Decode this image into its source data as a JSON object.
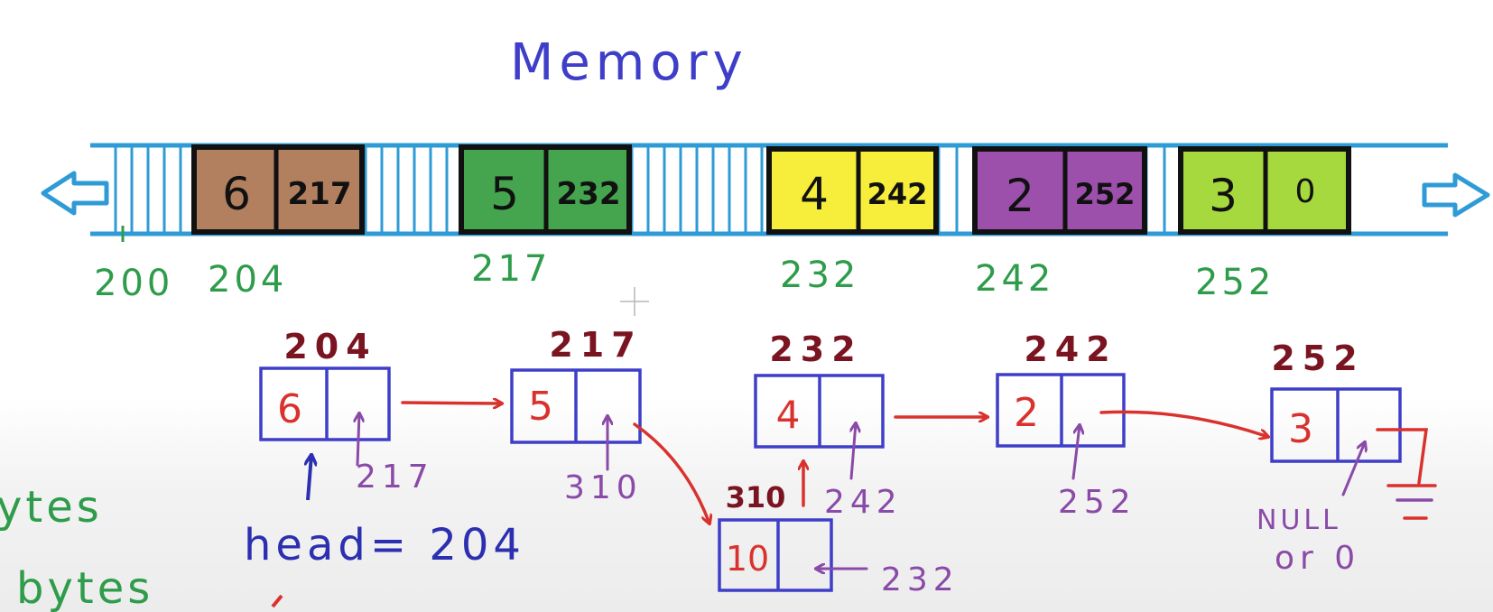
{
  "title": "Memory",
  "colors": {
    "strip": "#2f9bd6",
    "arrow_fill": "#ffffff",
    "address_green": "#2e9c4a",
    "dark_red": "#7a1420",
    "node_blue": "#3e3ec9",
    "value_red": "#d9322e",
    "pointer_purple": "#8a4aa8",
    "head_blue": "#2b2fb0",
    "block_border": "#111111",
    "text_black": "#111111"
  },
  "memory_blocks": [
    {
      "value": "6",
      "next": "217",
      "color": "#b2805f"
    },
    {
      "value": "5",
      "next": "232",
      "color": "#45a54e"
    },
    {
      "value": "4",
      "next": "242",
      "color": "#f6ee3a"
    },
    {
      "value": "2",
      "next": "252",
      "color": "#9c4fab"
    },
    {
      "value": "3",
      "next": "0",
      "color": "#a6d93d"
    }
  ],
  "memory_addresses": [
    "200",
    "204",
    "217",
    "232",
    "242",
    "252"
  ],
  "nodes": [
    {
      "address": "204",
      "value": "6",
      "pointer": "217"
    },
    {
      "address": "217",
      "value": "5",
      "pointer": "310"
    },
    {
      "address": "232",
      "value": "4",
      "pointer": "242"
    },
    {
      "address": "242",
      "value": "2",
      "pointer": "252"
    },
    {
      "address": "252",
      "value": "3",
      "pointer": "NULL"
    }
  ],
  "inserted_node": {
    "address": "310",
    "value": "10",
    "pointer": "232"
  },
  "head_label": "head= 204",
  "null_label": "NULL",
  "null_or": "or 0",
  "side_text": [
    "ytes",
    "bytes"
  ]
}
